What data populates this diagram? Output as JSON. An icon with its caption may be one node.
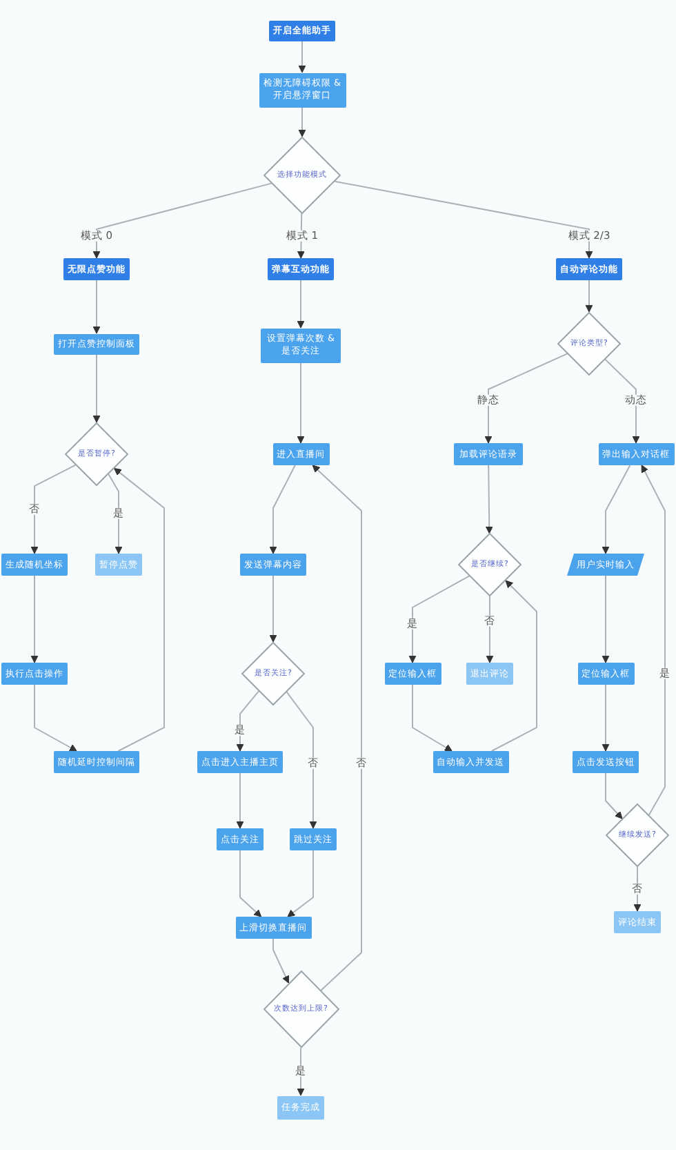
{
  "diagram": {
    "nodes": [
      {
        "text": [
          "开启全能助手"
        ]
      },
      {
        "text": [
          "检测无障碍权限 & 开启悬浮窗口"
        ]
      },
      {
        "text": [
          "选择功能模式"
        ]
      },
      {
        "text": [
          "无限点赞功能"
        ]
      },
      {
        "text": [
          "弹幕互动功能"
        ]
      },
      {
        "text": [
          "自动评论功能"
        ]
      },
      {
        "text": [
          "打开点赞控制面板"
        ]
      },
      {
        "text": [
          "是否暂停?"
        ]
      },
      {
        "text": [
          "生成随机坐标"
        ]
      },
      {
        "text": [
          "暂停点赞"
        ]
      },
      {
        "text": [
          "执行点击操作"
        ]
      },
      {
        "text": [
          "随机延时控制间隔"
        ]
      },
      {
        "text": [
          "设置弹幕次数 & 是否关注"
        ]
      },
      {
        "text": [
          "进入直播间"
        ]
      },
      {
        "text": [
          "发送弹幕内容"
        ]
      },
      {
        "text": [
          "是否关注?"
        ]
      },
      {
        "text": [
          "点击进入主播主页"
        ]
      },
      {
        "text": [
          "点击关注"
        ]
      },
      {
        "text": [
          "跳过关注"
        ]
      },
      {
        "text": [
          "上滑切换直播间"
        ]
      },
      {
        "text": [
          "次数达到上限?"
        ]
      },
      {
        "text": [
          "任务完成"
        ]
      },
      {
        "text": [
          "评论类型?"
        ]
      },
      {
        "text": [
          "加载评论语录"
        ]
      },
      {
        "text": [
          "弹出输入对话框"
        ]
      },
      {
        "text": [
          "是否继续?"
        ]
      },
      {
        "text": [
          "定位输入框"
        ]
      },
      {
        "text": [
          "退出评论"
        ]
      },
      {
        "text": [
          "自动输入并发送"
        ]
      },
      {
        "text": [
          "用户实时输入"
        ]
      },
      {
        "text": [
          "定位输入框"
        ]
      },
      {
        "text": [
          "点击发送按钮"
        ]
      },
      {
        "text": [
          "继续发送?"
        ]
      },
      {
        "text": [
          "评论结束"
        ]
      }
    ],
    "edges": [
      {
        "from": 0,
        "to": 1,
        "arrow": "to"
      },
      {
        "from": 1,
        "to": 2,
        "arrow": "to"
      },
      {
        "from": 2,
        "to": 3,
        "arrow": "to",
        "label": "模式 0"
      },
      {
        "from": 2,
        "to": 4,
        "arrow": "to",
        "label": "模式 1"
      },
      {
        "from": 2,
        "to": 5,
        "arrow": "to",
        "label": "模式 2/3"
      },
      {
        "from": 3,
        "to": 6,
        "arrow": "to"
      },
      {
        "from": 6,
        "to": 7,
        "arrow": "to"
      },
      {
        "from": 7,
        "to": 8,
        "arrow": "to",
        "label": "否"
      },
      {
        "from": 7,
        "to": 9,
        "arrow": "to",
        "label": "是"
      },
      {
        "from": 8,
        "to": 10,
        "arrow": "to"
      },
      {
        "from": 10,
        "to": 11,
        "arrow": "to"
      },
      {
        "from": 11,
        "to": 7,
        "arrow": "to"
      },
      {
        "from": 4,
        "to": 12,
        "arrow": "to"
      },
      {
        "from": 12,
        "to": 13,
        "arrow": "to"
      },
      {
        "from": 13,
        "to": 14,
        "arrow": "to"
      },
      {
        "from": 14,
        "to": 15,
        "arrow": "to"
      },
      {
        "from": 15,
        "to": 16,
        "arrow": "to",
        "label": "是"
      },
      {
        "from": 15,
        "to": 18,
        "arrow": "to",
        "label": "否"
      },
      {
        "from": 16,
        "to": 17,
        "arrow": "to"
      },
      {
        "from": 17,
        "to": 19,
        "arrow": "to"
      },
      {
        "from": 18,
        "to": 19,
        "arrow": "to"
      },
      {
        "from": 19,
        "to": 20,
        "arrow": "to"
      },
      {
        "from": 20,
        "to": 21,
        "arrow": "to",
        "label": "是"
      },
      {
        "from": 20,
        "to": 13,
        "arrow": "to",
        "label": "否"
      },
      {
        "from": 5,
        "to": 22,
        "arrow": "to"
      },
      {
        "from": 22,
        "to": 23,
        "arrow": "to",
        "label": "静态"
      },
      {
        "from": 22,
        "to": 24,
        "arrow": "to",
        "label": "动态"
      },
      {
        "from": 23,
        "to": 25,
        "arrow": "to"
      },
      {
        "from": 25,
        "to": 26,
        "arrow": "to",
        "label": "是"
      },
      {
        "from": 25,
        "to": 27,
        "arrow": "to",
        "label": "否"
      },
      {
        "from": 26,
        "to": 28,
        "arrow": "to"
      },
      {
        "from": 28,
        "to": 25,
        "arrow": "to"
      },
      {
        "from": 24,
        "to": 29,
        "arrow": "to"
      },
      {
        "from": 29,
        "to": 30,
        "arrow": "to"
      },
      {
        "from": 30,
        "to": 31,
        "arrow": "to"
      },
      {
        "from": 31,
        "to": 32,
        "arrow": "to"
      },
      {
        "from": 32,
        "to": 24,
        "arrow": "to",
        "label": "是"
      },
      {
        "from": 32,
        "to": 33,
        "arrow": "to",
        "label": "否"
      }
    ]
  }
}
